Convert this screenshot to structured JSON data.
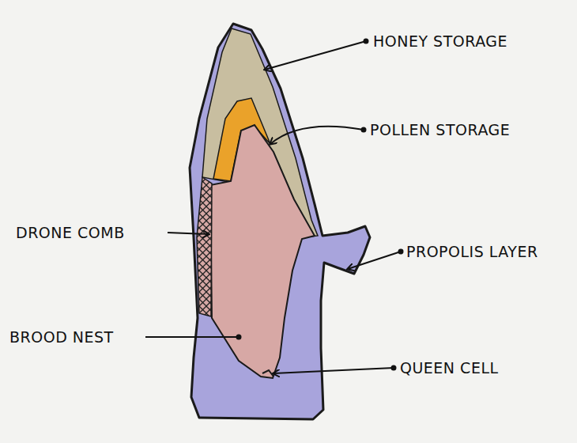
{
  "diagram": {
    "labels": [
      "HONEY STORAGE",
      "POLLEN STORAGE",
      "DRONE COMB",
      "PROPOLIS LAYER",
      "BROOD NEST",
      "QUEEN CELL"
    ]
  }
}
